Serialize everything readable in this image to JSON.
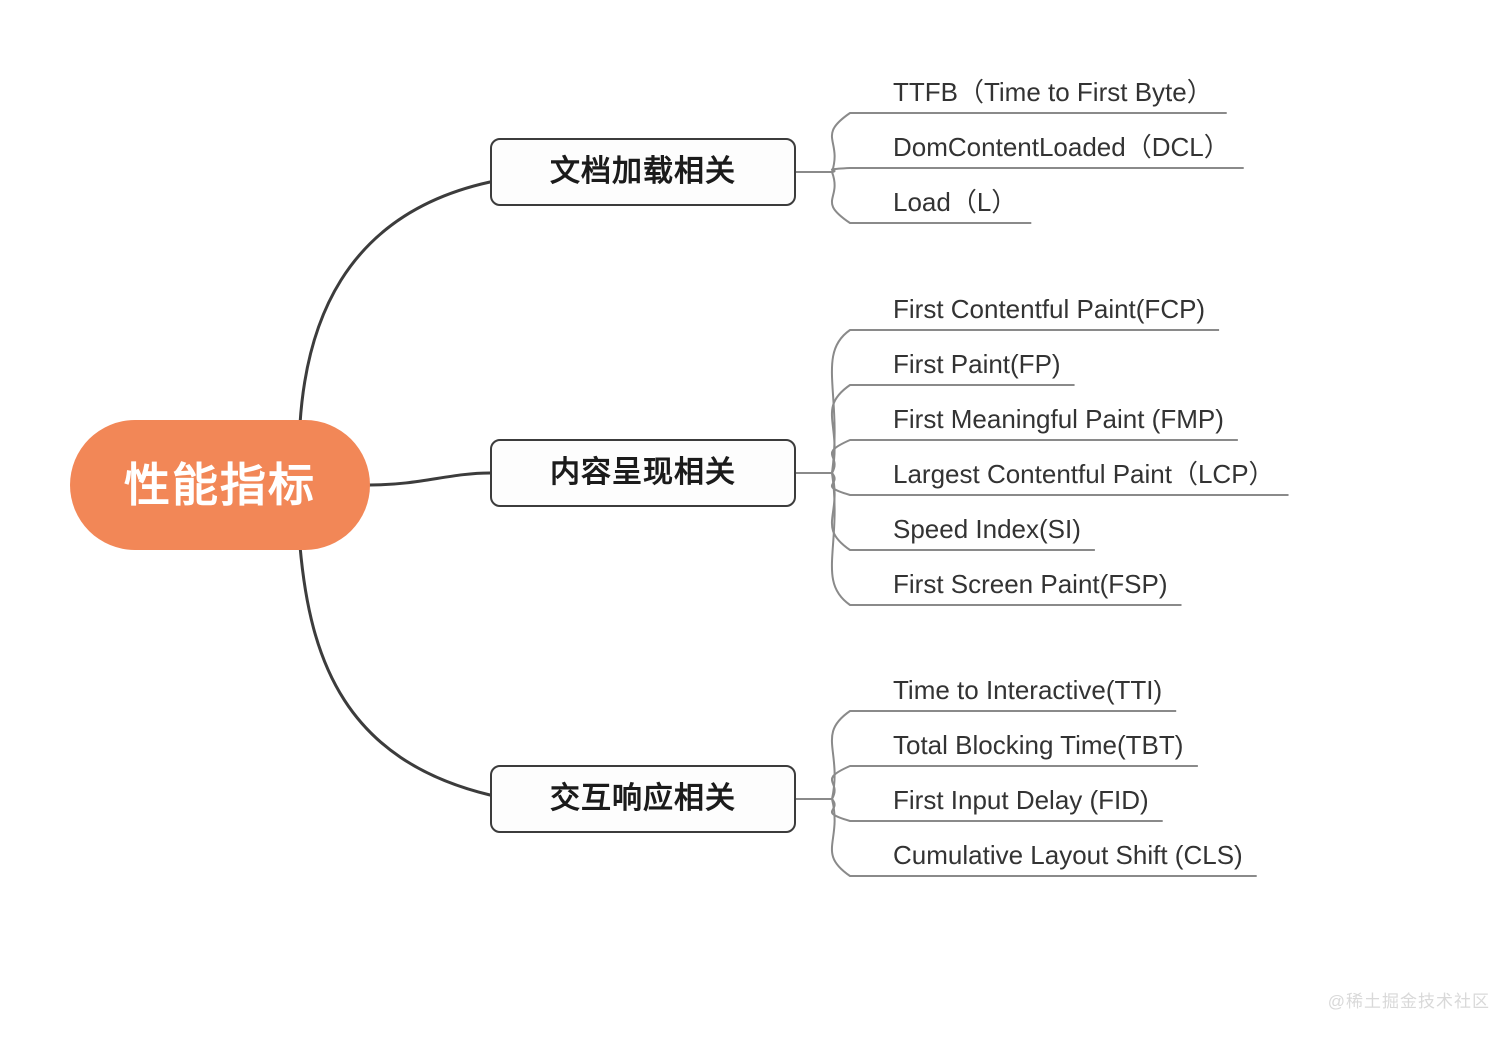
{
  "diagram": {
    "title": "性能指标",
    "type": "mindmap",
    "root": {
      "label": "性能指标",
      "color": "#f28757",
      "text_color": "#ffffff"
    },
    "branches": [
      {
        "label": "文档加载相关",
        "leaves": [
          "TTFB（Time to First Byte）",
          "DomContentLoaded（DCL）",
          "Load（L）"
        ]
      },
      {
        "label": "内容呈现相关",
        "leaves": [
          "First Contentful Paint(FCP)",
          "First Paint(FP)",
          "First Meaningful Paint (FMP)",
          "Largest Contentful Paint（LCP）",
          "Speed Index(SI)",
          "First Screen Paint(FSP)"
        ]
      },
      {
        "label": "交互响应相关",
        "leaves": [
          "Time to Interactive(TTI)",
          "Total Blocking Time(TBT)",
          "First Input Delay (FID)",
          "Cumulative Layout Shift (CLS)"
        ]
      }
    ]
  },
  "watermark": {
    "text": "@稀土掘金技术社区",
    "color": "#d9d9d9"
  },
  "style": {
    "background": "#ffffff",
    "branch_border": "#3c3c3c",
    "leaf_text": "#333333",
    "connector": "#3c3c3c",
    "leaf_underline": "#8a8a8a"
  }
}
